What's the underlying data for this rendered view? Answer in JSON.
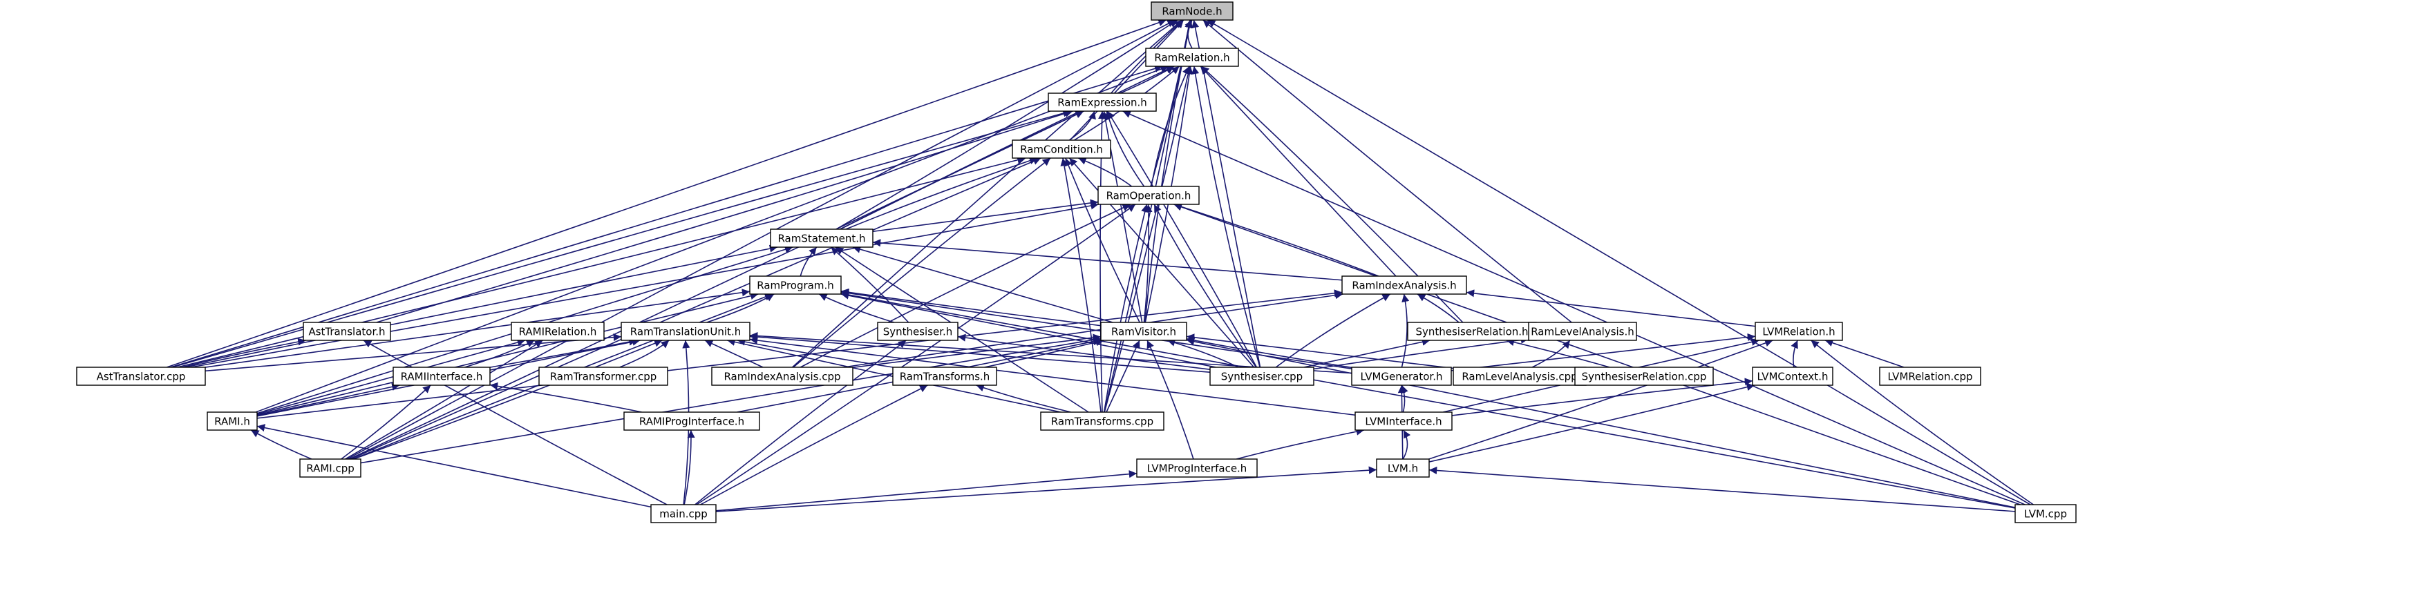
{
  "graph": {
    "edge_color": "#191970",
    "root_fill": "#bfbfbf",
    "nodes": [
      {
        "id": "ramnode",
        "label": "RamNode.h",
        "root": true
      },
      {
        "id": "ramrelation",
        "label": "RamRelation.h"
      },
      {
        "id": "ramexpression",
        "label": "RamExpression.h"
      },
      {
        "id": "ramcondition",
        "label": "RamCondition.h"
      },
      {
        "id": "ramoperation",
        "label": "RamOperation.h"
      },
      {
        "id": "ramstatement",
        "label": "RamStatement.h"
      },
      {
        "id": "ramindexanalysis_h",
        "label": "RamIndexAnalysis.h"
      },
      {
        "id": "ramprogram",
        "label": "RamProgram.h"
      },
      {
        "id": "asttranslator_h",
        "label": "AstTranslator.h"
      },
      {
        "id": "ramirelation",
        "label": "RAMIRelation.h"
      },
      {
        "id": "ramtranslationunit",
        "label": "RamTranslationUnit.h"
      },
      {
        "id": "synthesiser_h",
        "label": "Synthesiser.h"
      },
      {
        "id": "ramvisitor",
        "label": "RamVisitor.h"
      },
      {
        "id": "synthesiserrelation_h",
        "label": "SynthesiserRelation.h"
      },
      {
        "id": "ramlevelanalysis",
        "label": "RamLevelAnalysis.h"
      },
      {
        "id": "lvmrelation_h",
        "label": "LVMRelation.h"
      },
      {
        "id": "asttranslator_cpp",
        "label": "AstTranslator.cpp"
      },
      {
        "id": "raminterface",
        "label": "RAMIInterface.h"
      },
      {
        "id": "ramtransformer_cpp",
        "label": "RamTransformer.cpp"
      },
      {
        "id": "ramindexanalysis_cpp",
        "label": "RamIndexAnalysis.cpp"
      },
      {
        "id": "ramtransforms_h",
        "label": "RamTransforms.h"
      },
      {
        "id": "synthesiser_cpp",
        "label": "Synthesiser.cpp"
      },
      {
        "id": "lvmgenerator",
        "label": "LVMGenerator.h"
      },
      {
        "id": "ramlevelanalysis_cpp",
        "label": "RamLevelAnalysis.cpp"
      },
      {
        "id": "synthesiserrelation_cpp",
        "label": "SynthesiserRelation.cpp"
      },
      {
        "id": "lvmcontext",
        "label": "LVMContext.h"
      },
      {
        "id": "lvmrelation_cpp",
        "label": "LVMRelation.cpp"
      },
      {
        "id": "rami_h",
        "label": "RAMI.h"
      },
      {
        "id": "ramiproginterface",
        "label": "RAMIProgInterface.h"
      },
      {
        "id": "ramtransforms_cpp",
        "label": "RamTransforms.cpp"
      },
      {
        "id": "lvminterface",
        "label": "LVMInterface.h"
      },
      {
        "id": "rami_cpp",
        "label": "RAMI.cpp"
      },
      {
        "id": "lvmproginterface",
        "label": "LVMProgInterface.h"
      },
      {
        "id": "lvm_h",
        "label": "LVM.h"
      },
      {
        "id": "main_cpp",
        "label": "main.cpp"
      },
      {
        "id": "lvm_cpp",
        "label": "LVM.cpp"
      }
    ],
    "edges": [
      [
        "ramrelation",
        "ramnode"
      ],
      [
        "ramexpression",
        "ramnode"
      ],
      [
        "ramcondition",
        "ramnode"
      ],
      [
        "ramoperation",
        "ramnode"
      ],
      [
        "ramstatement",
        "ramnode"
      ],
      [
        "ramvisitor",
        "ramnode"
      ],
      [
        "ramlevelanalysis",
        "ramnode"
      ],
      [
        "synthesiser_cpp",
        "ramnode"
      ],
      [
        "ramtransforms_cpp",
        "ramnode"
      ],
      [
        "asttranslator_cpp",
        "ramnode"
      ],
      [
        "rami_cpp",
        "ramnode"
      ],
      [
        "ramindexanalysis_cpp",
        "ramnode"
      ],
      [
        "lvm_cpp",
        "ramnode"
      ],
      [
        "ramexpression",
        "ramrelation"
      ],
      [
        "ramcondition",
        "ramrelation"
      ],
      [
        "ramoperation",
        "ramrelation"
      ],
      [
        "ramstatement",
        "ramrelation"
      ],
      [
        "ramindexanalysis_h",
        "ramrelation"
      ],
      [
        "ramvisitor",
        "ramrelation"
      ],
      [
        "synthesiserrelation_h",
        "ramrelation"
      ],
      [
        "synthesiser_cpp",
        "ramrelation"
      ],
      [
        "rami_h",
        "ramrelation"
      ],
      [
        "asttranslator_cpp",
        "ramrelation"
      ],
      [
        "ramtransforms_cpp",
        "ramrelation"
      ],
      [
        "ramcondition",
        "ramexpression"
      ],
      [
        "ramoperation",
        "ramexpression"
      ],
      [
        "ramstatement",
        "ramexpression"
      ],
      [
        "ramvisitor",
        "ramexpression"
      ],
      [
        "synthesiser_cpp",
        "ramexpression"
      ],
      [
        "asttranslator_h",
        "ramexpression"
      ],
      [
        "asttranslator_cpp",
        "ramexpression"
      ],
      [
        "ramtransforms_cpp",
        "ramexpression"
      ],
      [
        "lvm_cpp",
        "ramexpression"
      ],
      [
        "rami_cpp",
        "ramexpression"
      ],
      [
        "ramoperation",
        "ramcondition"
      ],
      [
        "ramstatement",
        "ramcondition"
      ],
      [
        "ramvisitor",
        "ramcondition"
      ],
      [
        "synthesiser_cpp",
        "ramcondition"
      ],
      [
        "ramtransforms_cpp",
        "ramcondition"
      ],
      [
        "asttranslator_cpp",
        "ramcondition"
      ],
      [
        "rami_cpp",
        "ramcondition"
      ],
      [
        "ramindexanalysis_cpp",
        "ramcondition"
      ],
      [
        "ramstatement",
        "ramoperation"
      ],
      [
        "ramvisitor",
        "ramoperation"
      ],
      [
        "ramindexanalysis_h",
        "ramoperation"
      ],
      [
        "synthesiser_cpp",
        "ramoperation"
      ],
      [
        "ramtransforms_cpp",
        "ramoperation"
      ],
      [
        "asttranslator_cpp",
        "ramoperation"
      ],
      [
        "lvm_cpp",
        "ramoperation"
      ],
      [
        "main_cpp",
        "ramoperation"
      ],
      [
        "ramindexanalysis_cpp",
        "ramoperation"
      ],
      [
        "ramprogram",
        "ramstatement"
      ],
      [
        "ramvisitor",
        "ramstatement"
      ],
      [
        "synthesiser_h",
        "ramstatement"
      ],
      [
        "ramindexanalysis_h",
        "ramstatement"
      ],
      [
        "asttranslator_cpp",
        "ramstatement"
      ],
      [
        "rami_h",
        "ramstatement"
      ],
      [
        "ramtransforms_cpp",
        "ramstatement"
      ],
      [
        "synthesiserrelation_h",
        "ramindexanalysis_h"
      ],
      [
        "lvmgenerator",
        "ramindexanalysis_h"
      ],
      [
        "synthesiser_cpp",
        "ramindexanalysis_h"
      ],
      [
        "ramindexanalysis_cpp",
        "ramindexanalysis_h"
      ],
      [
        "lvmrelation_h",
        "ramindexanalysis_h"
      ],
      [
        "rami_h",
        "ramindexanalysis_h"
      ],
      [
        "ramtranslationunit",
        "ramprogram"
      ],
      [
        "synthesiser_h",
        "ramprogram"
      ],
      [
        "rami_h",
        "ramprogram"
      ],
      [
        "asttranslator_cpp",
        "ramprogram"
      ],
      [
        "lvmgenerator",
        "ramprogram"
      ],
      [
        "lvm_cpp",
        "ramprogram"
      ],
      [
        "ramvisitor",
        "ramprogram"
      ],
      [
        "rami_cpp",
        "ramprogram"
      ],
      [
        "synthesiser_cpp",
        "ramprogram"
      ],
      [
        "ramiinterface",
        "ramtranslationunit"
      ],
      [
        "ramtransformer_cpp",
        "ramtranslationunit"
      ],
      [
        "ramtransforms_h",
        "ramtranslationunit"
      ],
      [
        "asttranslator_cpp",
        "ramtranslationunit"
      ],
      [
        "ramindexanalysis_cpp",
        "ramtranslationunit"
      ],
      [
        "rami_h",
        "ramtranslationunit"
      ],
      [
        "main_cpp",
        "ramtranslationunit"
      ],
      [
        "lvminterface",
        "ramtranslationunit"
      ],
      [
        "ramtransforms_cpp",
        "ramtranslationunit"
      ],
      [
        "synthesiser_cpp",
        "ramtranslationunit"
      ],
      [
        "lvmgenerator",
        "ramtranslationunit"
      ],
      [
        "rami_cpp",
        "ramtranslationunit"
      ],
      [
        "asttranslator_cpp",
        "asttranslator_h"
      ],
      [
        "main_cpp",
        "asttranslator_h"
      ],
      [
        "rami_h",
        "ramirelation"
      ],
      [
        "rami_cpp",
        "ramirelation"
      ],
      [
        "ramiinterface",
        "ramirelation"
      ],
      [
        "synthesiser_cpp",
        "synthesiser_h"
      ],
      [
        "main_cpp",
        "synthesiser_h"
      ],
      [
        "ramindexanalysis_cpp",
        "ramvisitor"
      ],
      [
        "ramtransforms_h",
        "ramvisitor"
      ],
      [
        "synthesiser_cpp",
        "ramvisitor"
      ],
      [
        "lvmgenerator",
        "ramvisitor"
      ],
      [
        "ramlevelanalysis_cpp",
        "ramvisitor"
      ],
      [
        "ramtransforms_cpp",
        "ramvisitor"
      ],
      [
        "lvmproginterface",
        "ramvisitor"
      ],
      [
        "ramiproginterface",
        "ramvisitor"
      ],
      [
        "rami_cpp",
        "ramvisitor"
      ],
      [
        "lvm_cpp",
        "ramvisitor"
      ],
      [
        "synthesiser_cpp",
        "synthesiserrelation_h"
      ],
      [
        "synthesiserrelation_cpp",
        "synthesiserrelation_h"
      ],
      [
        "ramlevelanalysis_cpp",
        "ramlevelanalysis"
      ],
      [
        "synthesiser_cpp",
        "ramlevelanalysis"
      ],
      [
        "lvmcontext",
        "lvmrelation_h"
      ],
      [
        "lvmrelation_cpp",
        "lvmrelation_h"
      ],
      [
        "lvmgenerator",
        "lvmrelation_h"
      ],
      [
        "lvm_h",
        "lvmrelation_h"
      ],
      [
        "lvm_cpp",
        "lvmrelation_h"
      ],
      [
        "lvminterface",
        "lvmrelation_h"
      ],
      [
        "rami_h",
        "ramiinterface"
      ],
      [
        "rami_cpp",
        "ramiinterface"
      ],
      [
        "ramiproginterface",
        "ramiinterface"
      ],
      [
        "ramtransforms_cpp",
        "ramtransforms_h"
      ],
      [
        "main_cpp",
        "ramtransforms_h"
      ],
      [
        "lvm_h",
        "lvmgenerator"
      ],
      [
        "lvminterface",
        "lvmgenerator"
      ],
      [
        "lvm_h",
        "lvmcontext"
      ],
      [
        "lvminterface",
        "lvmcontext"
      ],
      [
        "rami_cpp",
        "rami_h"
      ],
      [
        "main_cpp",
        "rami_h"
      ],
      [
        "main_cpp",
        "ramiproginterface"
      ],
      [
        "lvm_h",
        "lvminterface"
      ],
      [
        "lvmproginterface",
        "lvminterface"
      ],
      [
        "main_cpp",
        "lvmproginterface"
      ],
      [
        "main_cpp",
        "lvm_h"
      ],
      [
        "lvm_cpp",
        "lvm_h"
      ]
    ]
  }
}
